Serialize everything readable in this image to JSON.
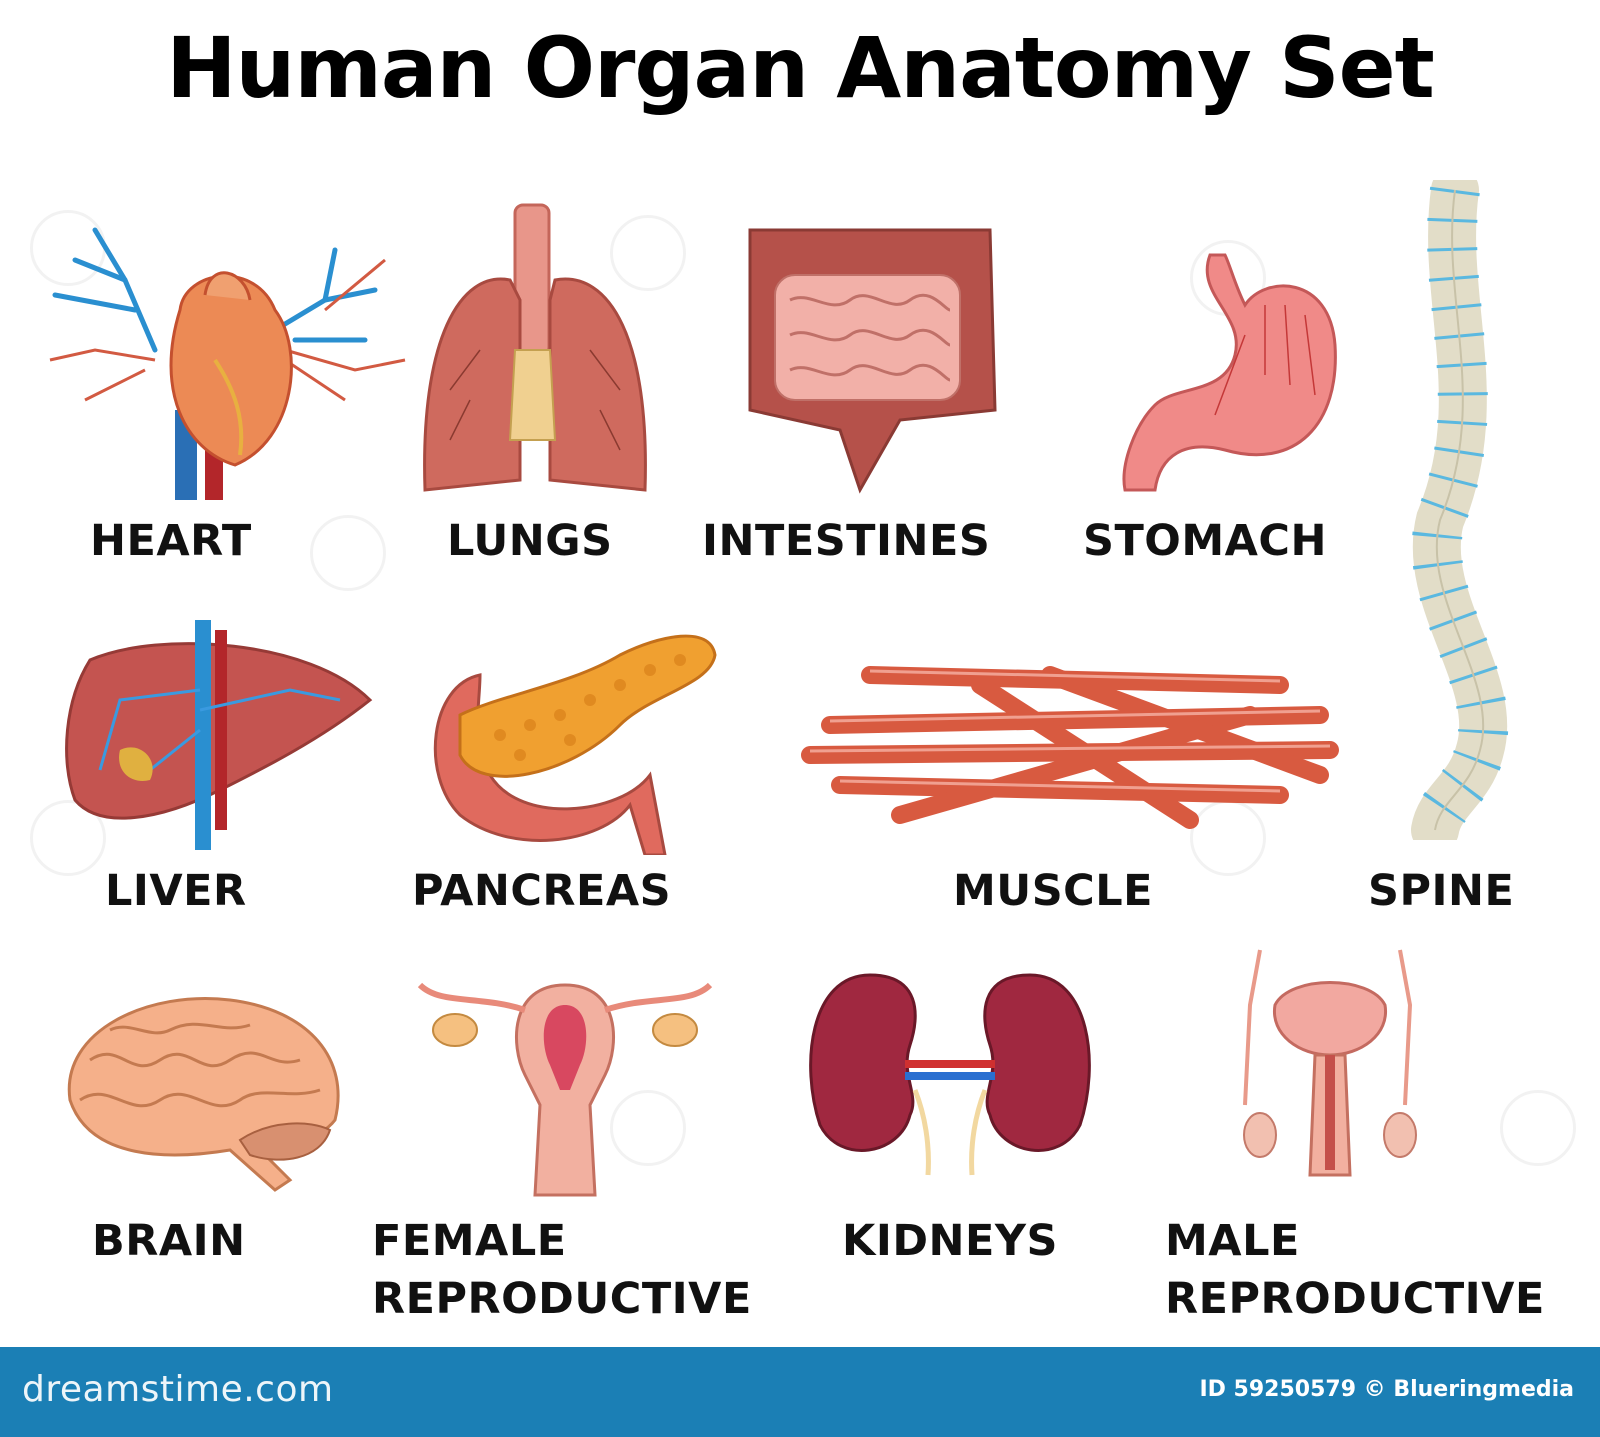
{
  "title": "Human Organ Anatomy Set",
  "organs": {
    "heart": "HEART",
    "lungs": "LUNGS",
    "intestines": "INTESTINES",
    "stomach": "STOMACH",
    "liver": "LIVER",
    "pancreas": "PANCREAS",
    "muscle": "MUSCLE",
    "spine": "SPINE",
    "brain": "BRAIN",
    "female_line1": "FEMALE",
    "female_line2": "REPRODUCTIVE",
    "kidneys": "KIDNEYS",
    "male_line1": "MALE",
    "male_line2": "REPRODUCTIVE"
  },
  "footer": {
    "brand": "dreamstime.com",
    "id_text": "ID 59250579 © Blueringmedia"
  },
  "colors": {
    "footer_bg": "#1b7fb5",
    "organ_red": "#c0463a",
    "vessel_blue": "#2a8fd0"
  }
}
